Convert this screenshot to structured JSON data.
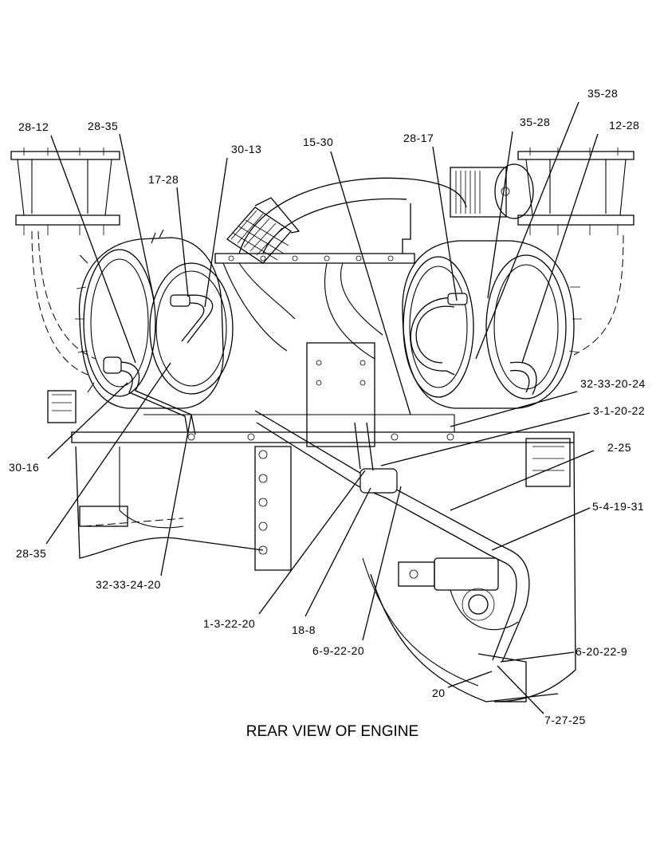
{
  "title": "REAR VIEW OF ENGINE",
  "callouts": [
    {
      "id": "c01",
      "text": "28-12"
    },
    {
      "id": "c02",
      "text": "28-35"
    },
    {
      "id": "c03",
      "text": "30-13"
    },
    {
      "id": "c04",
      "text": "17-28"
    },
    {
      "id": "c05",
      "text": "15-30"
    },
    {
      "id": "c06",
      "text": "28-17"
    },
    {
      "id": "c07",
      "text": "35-28"
    },
    {
      "id": "c08",
      "text": "35-28"
    },
    {
      "id": "c09",
      "text": "12-28"
    },
    {
      "id": "c10",
      "text": "32-33-20-24"
    },
    {
      "id": "c11",
      "text": "3-1-20-22"
    },
    {
      "id": "c12",
      "text": "2-25"
    },
    {
      "id": "c13",
      "text": "5-4-19-31"
    },
    {
      "id": "c14",
      "text": "30-16"
    },
    {
      "id": "c15",
      "text": "28-35"
    },
    {
      "id": "c16",
      "text": "32-33-24-20"
    },
    {
      "id": "c17",
      "text": "1-3-22-20"
    },
    {
      "id": "c18",
      "text": "18-8"
    },
    {
      "id": "c19",
      "text": "6-9-22-20"
    },
    {
      "id": "c20",
      "text": "6-20-22-9"
    },
    {
      "id": "c21",
      "text": "20"
    },
    {
      "id": "c22",
      "text": "7-27-25"
    }
  ]
}
